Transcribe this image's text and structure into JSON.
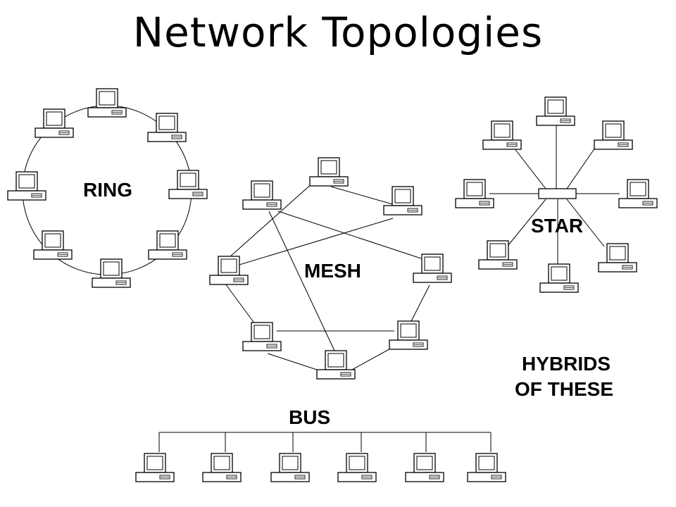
{
  "title": "Network Topologies",
  "labels": {
    "ring": "RING",
    "mesh": "MESH",
    "star": "STAR",
    "bus": "BUS",
    "hybrids_line1": "HYBRIDS",
    "hybrids_line2": "OF THESE"
  },
  "colors": {
    "line": "#000000",
    "background": "#ffffff"
  }
}
